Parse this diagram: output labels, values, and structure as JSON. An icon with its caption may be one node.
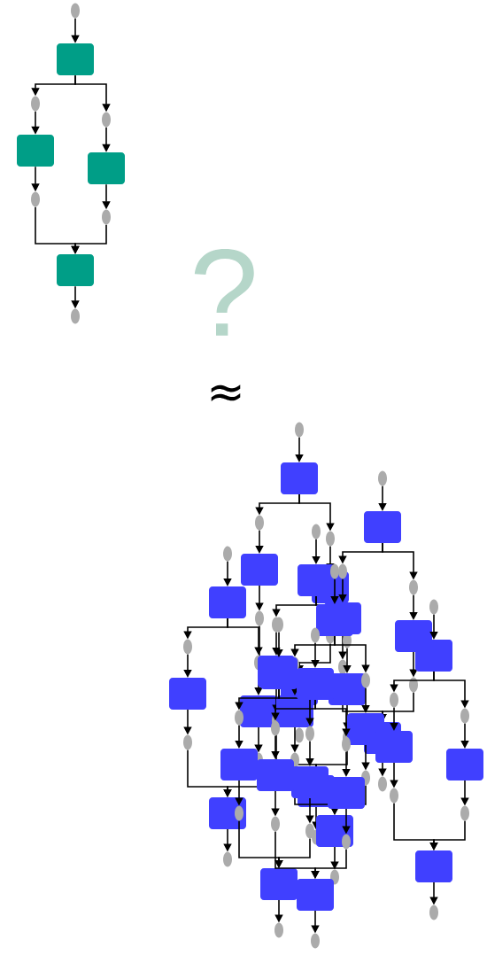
{
  "diagram": {
    "nodes": [
      {
        "text": [],
        "shape": "circle"
      },
      {
        "text": [],
        "shape": "box"
      },
      {
        "text": [],
        "shape": "circle"
      },
      {
        "text": [],
        "shape": "circle"
      },
      {
        "text": [],
        "shape": "box"
      },
      {
        "text": [],
        "shape": "box"
      },
      {
        "text": [],
        "shape": "circle"
      },
      {
        "text": [],
        "shape": "circle"
      },
      {
        "text": [],
        "shape": "box"
      },
      {
        "text": [],
        "shape": "circle"
      },
      {
        "text": [],
        "shape": "picture"
      }
    ],
    "edges": [
      {
        "from": 0,
        "to": 1,
        "arrow": "to"
      },
      {
        "from": 1,
        "to": 2,
        "arrow": "to"
      },
      {
        "from": 1,
        "to": 3,
        "arrow": "to"
      },
      {
        "from": 2,
        "to": 4,
        "arrow": "to"
      },
      {
        "from": 3,
        "to": 5,
        "arrow": "to"
      },
      {
        "from": 4,
        "to": 6,
        "arrow": "to"
      },
      {
        "from": 5,
        "to": 7,
        "arrow": "to"
      },
      {
        "from": 6,
        "to": 8,
        "arrow": "to"
      },
      {
        "from": 7,
        "to": 8,
        "arrow": "to"
      },
      {
        "from": 8,
        "to": 9,
        "arrow": "to"
      }
    ],
    "labels": [
      "?",
      "≈"
    ]
  }
}
